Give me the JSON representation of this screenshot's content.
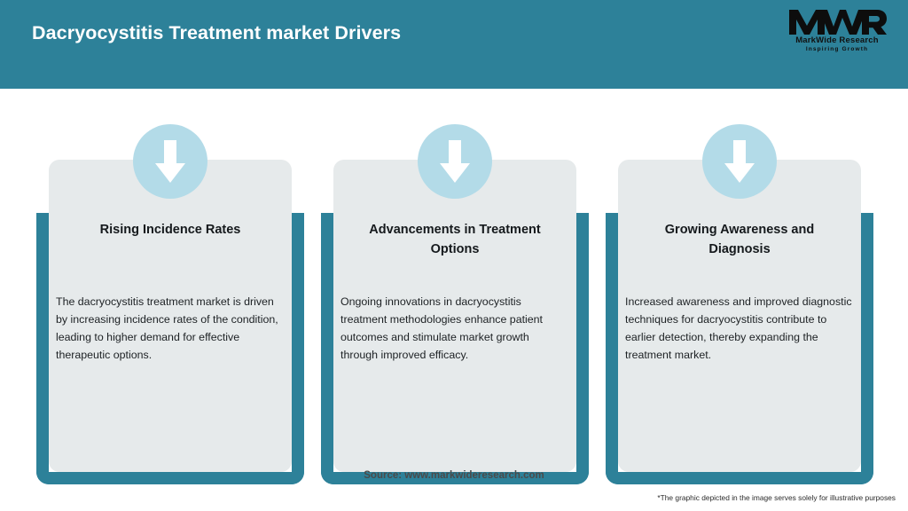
{
  "header": {
    "title": "Dacryocystitis Treatment market Drivers",
    "background_color": "#2d8199",
    "title_color": "#ffffff"
  },
  "logo": {
    "mark": "MWR",
    "name": "MarkWide Research",
    "tagline": "Inspiring Growth"
  },
  "theme": {
    "teal": "#2d8199",
    "badge_blue": "#b3dbe8",
    "panel_grey": "#e6eaeb",
    "text_dark": "#15191c"
  },
  "cards": [
    {
      "icon": "down-arrow-icon",
      "heading": "Rising Incidence Rates",
      "body": "The dacryocystitis treatment market is driven by increasing incidence rates of the condition, leading to higher demand for effective therapeutic options."
    },
    {
      "icon": "down-arrow-icon",
      "heading": "Advancements in Treatment Options",
      "body": "Ongoing innovations in dacryocystitis treatment methodologies enhance patient outcomes and stimulate market growth through improved efficacy."
    },
    {
      "icon": "down-arrow-icon",
      "heading": "Growing Awareness and Diagnosis",
      "body": "Increased awareness and improved diagnostic techniques for dacryocystitis contribute to earlier detection, thereby expanding the treatment market."
    }
  ],
  "footer": {
    "source": "Source: www.markwideresearch.com",
    "disclaimer": "*The graphic depicted in the image serves solely for illustrative purposes"
  }
}
